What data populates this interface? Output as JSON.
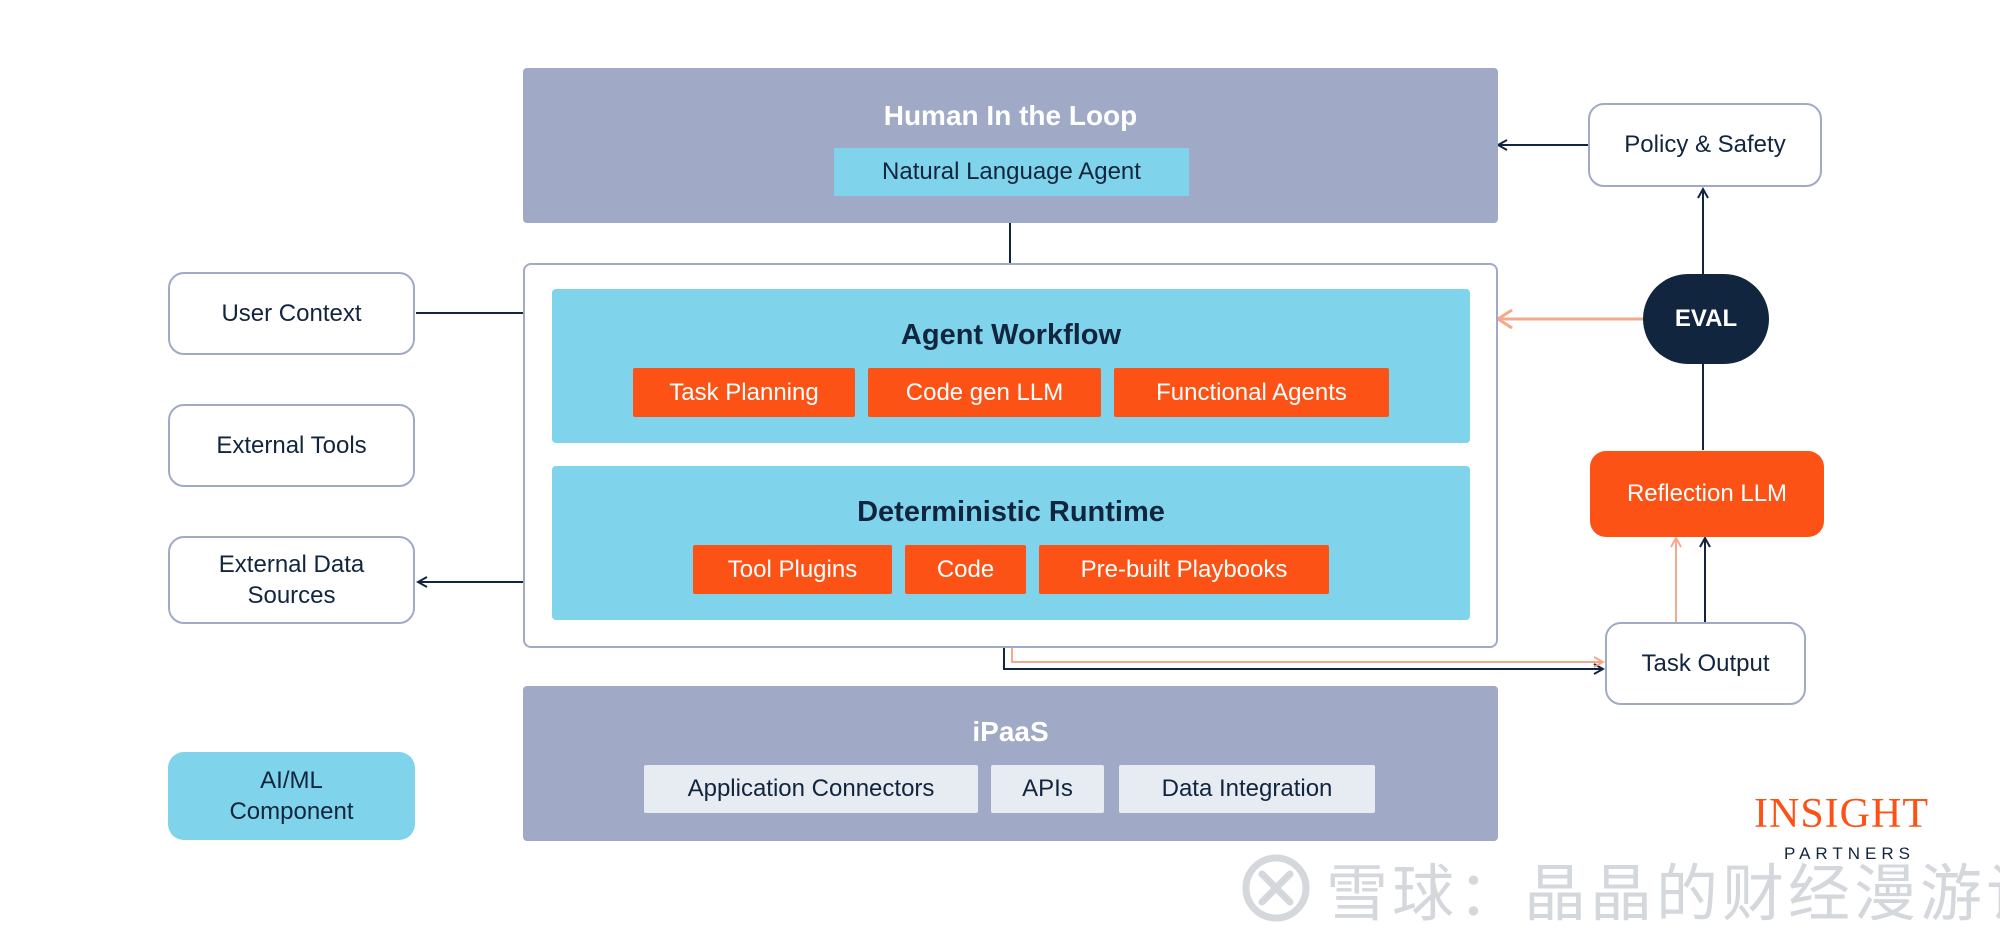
{
  "human_loop": {
    "title": "Human In the Loop",
    "agent_chip": "Natural Language Agent"
  },
  "agent_workflow": {
    "title": "Agent Workflow",
    "chips": [
      "Task Planning",
      "Code gen LLM",
      "Functional Agents"
    ]
  },
  "deterministic_runtime": {
    "title": "Deterministic Runtime",
    "chips": [
      "Tool Plugins",
      "Code",
      "Pre-built Playbooks"
    ]
  },
  "left_boxes": {
    "user_context": "User Context",
    "external_tools": "External Tools",
    "external_data": "External Data Sources"
  },
  "legend": {
    "ai_ml": "AI/ML Component"
  },
  "ipaas": {
    "title": "iPaaS",
    "chips": [
      "Application Connectors",
      "APIs",
      "Data Integration"
    ]
  },
  "right_flow": {
    "policy_safety": "Policy & Safety",
    "eval": "EVAL",
    "reflection_llm": "Reflection LLM",
    "task_output": "Task Output"
  },
  "branding": {
    "logo_main": "INSIGHT",
    "logo_sub": "PARTNERS",
    "watermark": "雪球：晶晶的财经漫游记"
  },
  "colors": {
    "band_purple": "#a0aac7",
    "panel_blue": "#7fd3ea",
    "chip_orange": "#fc5216",
    "eval_navy": "#12253f",
    "arrow_salmon": "#f5a98c",
    "text_dark": "#12253f"
  }
}
